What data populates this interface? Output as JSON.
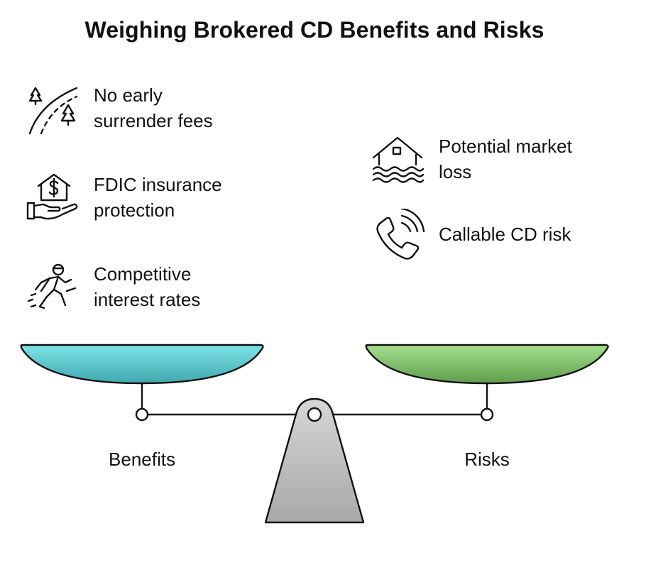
{
  "title": "Weighing Brokered CD Benefits and Risks",
  "benefits": {
    "label": "Benefits",
    "items": [
      {
        "line1": "No early",
        "line2": "surrender fees",
        "icon": "forest-road-icon"
      },
      {
        "line1": "FDIC insurance",
        "line2": "protection",
        "icon": "house-in-hand-icon"
      },
      {
        "line1": "Competitive",
        "line2": "interest rates",
        "icon": "runner-icon"
      }
    ]
  },
  "risks": {
    "label": "Risks",
    "items": [
      {
        "line1": "Potential market",
        "line2": "loss",
        "icon": "flooded-house-icon"
      },
      {
        "line1": "Callable CD risk",
        "line2": "",
        "icon": "ringing-phone-icon"
      }
    ]
  },
  "colors": {
    "benefits_pan": "#6ed9dc",
    "risks_pan": "#8fd67a",
    "fulcrum": "#c2c2c2",
    "stroke": "#111111"
  }
}
